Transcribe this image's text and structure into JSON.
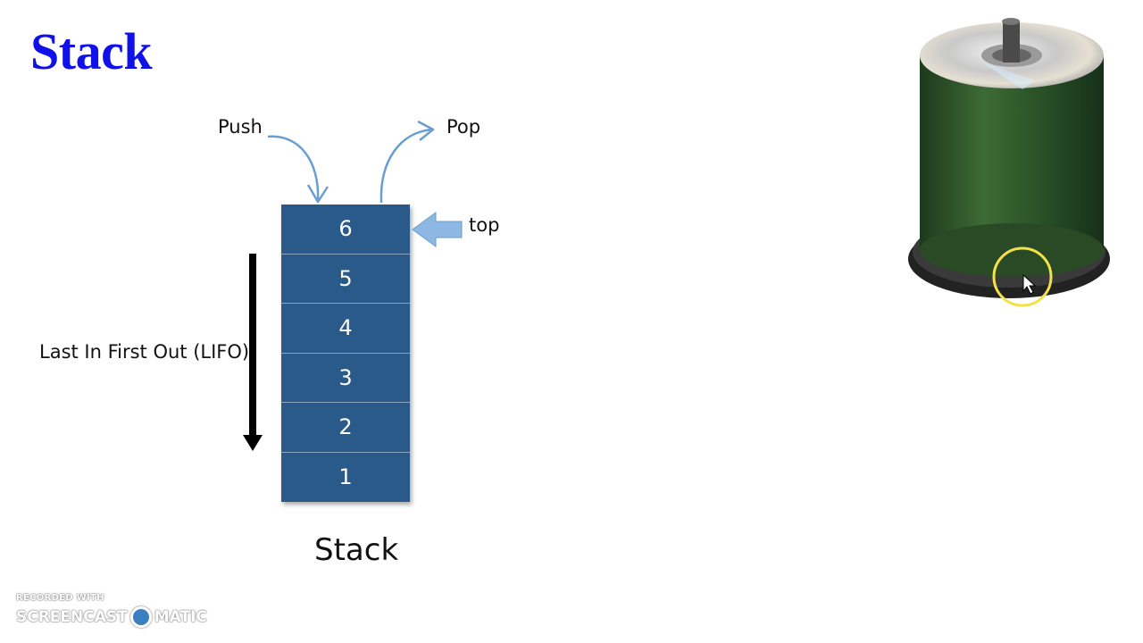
{
  "slide": {
    "title": "Stack",
    "push_label": "Push",
    "pop_label": "Pop",
    "top_label": "top",
    "lifo_label": "Last In First Out (LIFO)",
    "stack_caption": "Stack"
  },
  "stack": {
    "items": [
      "6",
      "5",
      "4",
      "3",
      "2",
      "1"
    ]
  },
  "watermark": {
    "small": "RECORDED WITH",
    "left": "SCREENCAST",
    "right": "MATIC"
  },
  "colors": {
    "title": "#1010e8",
    "stack_fill": "#2a5a8a",
    "push_pop_arrow": "#6a9ed0",
    "top_arrow": "#8db8e4",
    "lifo_arrow": "#000000",
    "cursor_ring": "#f2e24a"
  },
  "icons": [
    "cd-spindle-image",
    "cursor-highlight-icon",
    "screencast-o-matic-logo"
  ]
}
